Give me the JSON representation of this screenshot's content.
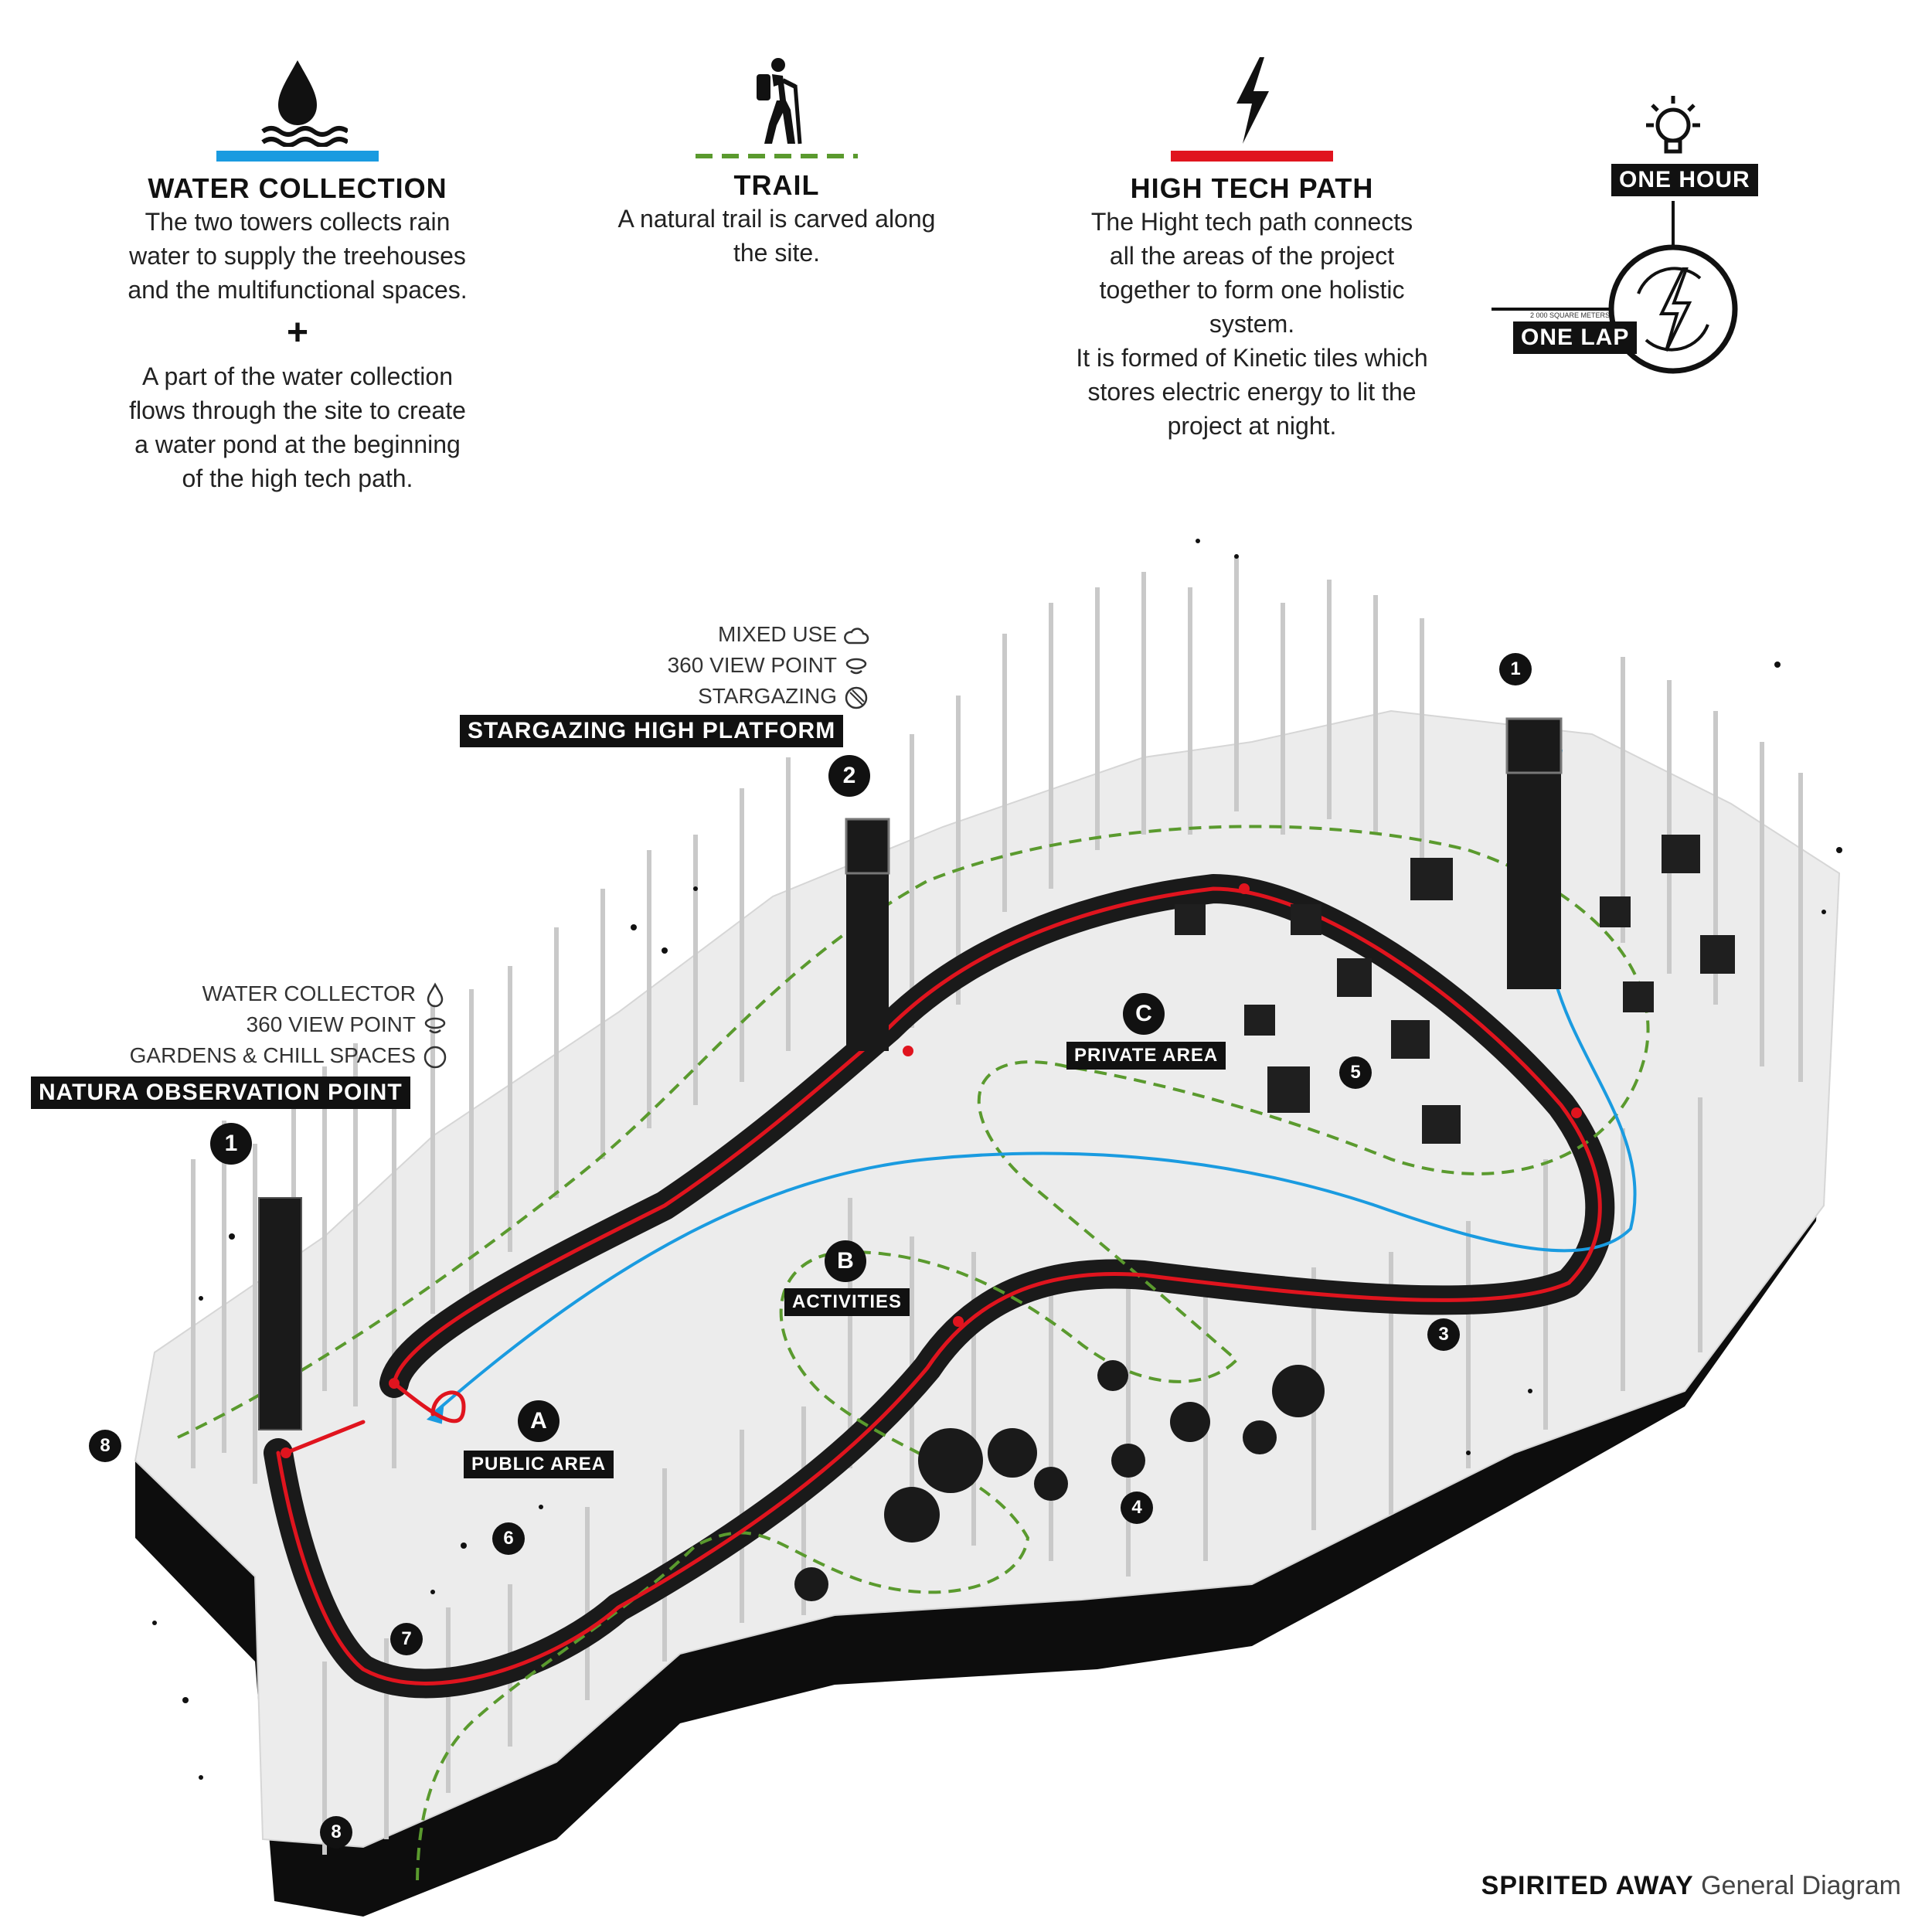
{
  "legend": {
    "water": {
      "title": "WATER COLLECTION",
      "desc1": "The two towers collects rain\nwater to supply the treehouses\nand the multifunctional spaces.",
      "plus": "+",
      "desc2": "A part of the water collection\nflows through the site to create\na water pond at the beginning\nof the high tech path.",
      "color": "#1a9be0",
      "icon": "water-drop-icon"
    },
    "trail": {
      "title": "TRAIL",
      "desc": "A natural trail is carved along\nthe site.",
      "color": "#5a9a2e",
      "icon": "hiker-icon"
    },
    "hightech": {
      "title": "HIGH TECH PATH",
      "desc": "The Hight tech path connects\nall the areas of the project\ntogether to form one holistic\nsystem.\nIt is formed of Kinetic tiles which\nstores electric energy to lit the\nproject at night.",
      "color": "#e0141e",
      "icon": "lightning-icon"
    },
    "energy": {
      "one_hour": "ONE HOUR",
      "one_lap": "ONE LAP",
      "small_note": "2 000 SQUARE METERS",
      "icon": "lightbulb-icon"
    }
  },
  "stargazing": {
    "features": [
      "MIXED USE",
      "360 VIEW POINT",
      "STARGAZING"
    ],
    "title": "STARGAZING HIGH PLATFORM",
    "marker": "2"
  },
  "natura": {
    "features": [
      "WATER COLLECTOR",
      "360 VIEW POINT",
      "GARDENS & CHILL SPACES"
    ],
    "title": "NATURA OBSERVATION POINT",
    "marker": "1"
  },
  "areas": {
    "a": {
      "letter": "A",
      "label": "PUBLIC AREA"
    },
    "b": {
      "letter": "B",
      "label": "ACTIVITIES"
    },
    "c": {
      "letter": "C",
      "label": "PRIVATE AREA"
    }
  },
  "markers": {
    "m1_right": "1",
    "m3": "3",
    "m4": "4",
    "m5": "5",
    "m6": "6",
    "m7": "7",
    "m8_left": "8",
    "m8_bottom": "8"
  },
  "footer": {
    "strong": "SPIRITED AWAY",
    "light": "General Diagram"
  }
}
